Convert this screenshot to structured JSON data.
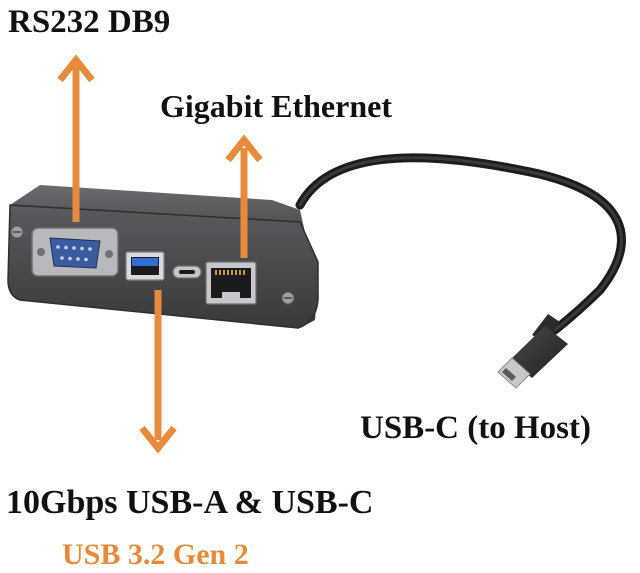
{
  "labels": {
    "rs232": "RS232 DB9",
    "ethernet": "Gigabit Ethernet",
    "usbc_host": "USB-C (to Host)",
    "usb_ports": "10Gbps USB-A & USB-C",
    "usb_gen": "USB 3.2 Gen 2"
  },
  "colors": {
    "arrow": "#e88a3c",
    "accent_text": "#e88a3c",
    "text": "#111111",
    "device_body": "#4a4b4d",
    "usb_a_insert": "#2f6fd6"
  },
  "icons": {
    "serial_port": "db9-connector-icon",
    "usb_a_port": "usb-a-port-icon",
    "usb_c_port": "usb-c-port-icon",
    "ethernet_port": "rj45-port-icon",
    "cable": "usb-c-cable"
  }
}
